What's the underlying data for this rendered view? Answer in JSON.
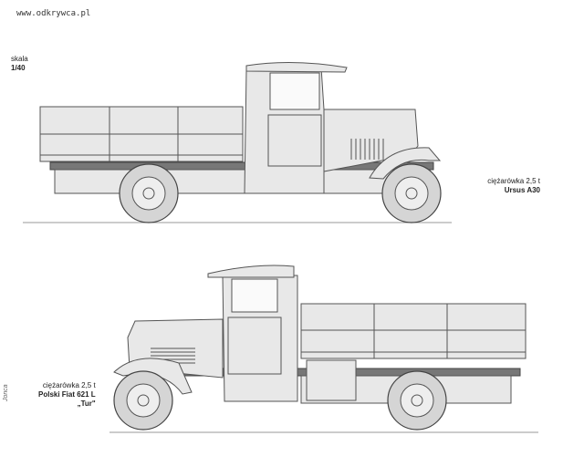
{
  "watermark": "www.odkrywca.pl",
  "scale": {
    "label": "skala",
    "value": "1/40"
  },
  "truck1": {
    "type": "ciężarówka 2,5 t",
    "name": "Ursus A30"
  },
  "truck2": {
    "type": "ciężarówka 2,5 t",
    "name": "Polski Fiat 621 L",
    "nickname": "„Tur\""
  },
  "artist": "Jonca"
}
